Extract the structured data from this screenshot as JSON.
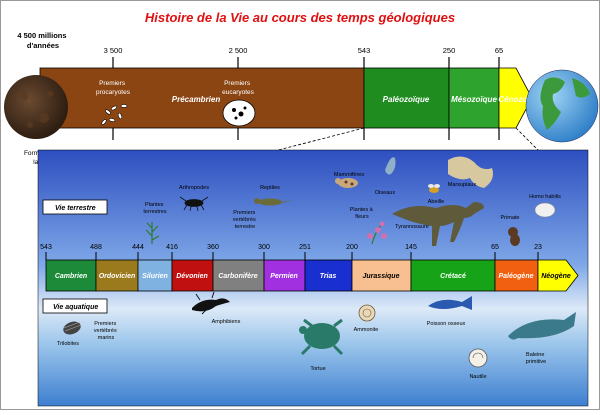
{
  "title": "Histoire de la Vie au cours des temps géologiques",
  "top_axis": {
    "start_age": "4 500 millions d'années",
    "ticks": [
      "3 500",
      "2 500",
      "543",
      "250",
      "65"
    ],
    "earth_formation": "Formation de la Terre"
  },
  "top_eras": [
    {
      "label": "Précambrien",
      "color": "#8B4513"
    },
    {
      "label": "Paléozoïque",
      "color": "#1E8C1E"
    },
    {
      "label": "Mésozoïque",
      "color": "#2EA32E"
    },
    {
      "label": "Cénozoïque",
      "color": "#FFFF00"
    }
  ],
  "top_events": [
    "Premiers procaryotes",
    "Premiers eucaryotes"
  ],
  "bottom_axis": {
    "ticks": [
      "543",
      "488",
      "444",
      "416",
      "360",
      "300",
      "251",
      "200",
      "145",
      "65",
      "23"
    ]
  },
  "periods": [
    {
      "label": "Cambrien",
      "color": "#1D8A3A"
    },
    {
      "label": "Ordovicien",
      "color": "#9B7A1E"
    },
    {
      "label": "Silurien",
      "color": "#7FB2E0"
    },
    {
      "label": "Dévonien",
      "color": "#C01010"
    },
    {
      "label": "Carbonifère",
      "color": "#808080"
    },
    {
      "label": "Permien",
      "color": "#A030E0"
    },
    {
      "label": "Trias",
      "color": "#1A2FD0"
    },
    {
      "label": "Jurassique",
      "color": "#F8C090"
    },
    {
      "label": "Crétacé",
      "color": "#17A317"
    },
    {
      "label": "Paléogène",
      "color": "#F06010"
    },
    {
      "label": "Néogène",
      "color": "#FFFF00"
    }
  ],
  "sections": {
    "terrestrial": "Vie terrestre",
    "aquatic": "Vie aquatique"
  },
  "terrestrial_life": {
    "mammiferes": "Mammifères",
    "oiseaux": "Oiseaux",
    "arthropodes": "Arthropodes",
    "reptiles": "Reptiles",
    "plantes_terrestres": "Plantes terrestres",
    "premiers_vertebres_terrestre": "Premiers vertébrés terrestre",
    "plantes_a_fleurs": "Plantes à fleurs",
    "tyrannosaure": "Tyrannosaure",
    "abeille": "Abeille",
    "marsupiaux": "Marsupiaux",
    "homo_habilis": "Homo habilis",
    "primate": "Primate"
  },
  "aquatic_life": {
    "trilobites": "Trilobites",
    "premiers_vertebres_marins": "Premiers vertébrés marins",
    "amphibiens": "Amphibiens",
    "tortue": "Tortue",
    "ammonite": "Ammonite",
    "poisson_osseux": "Poisson osseux",
    "nautile": "Nautile",
    "baleine_primitive": "Baleine primitive"
  },
  "colors": {
    "title": "#E01010",
    "panel_top": "#3A5FC8",
    "panel_bottom": "#A8D0F0"
  }
}
